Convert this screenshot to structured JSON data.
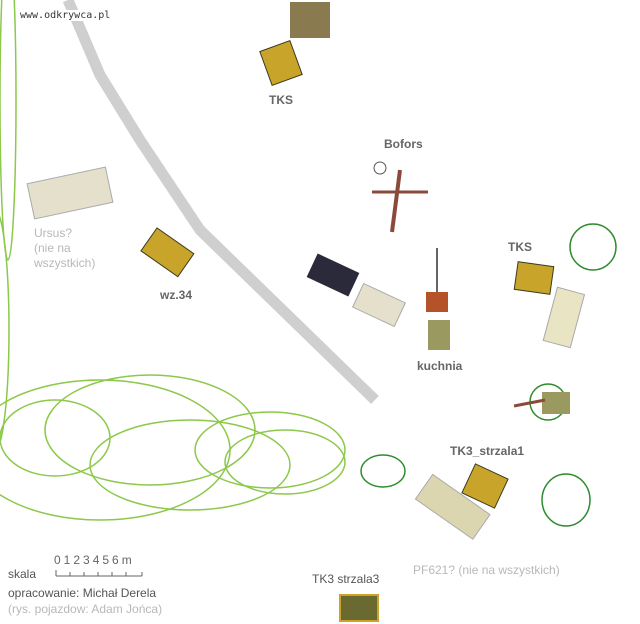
{
  "watermark": "www.odkrywca.pl",
  "labels": {
    "tks_top": "TKS",
    "bofors": "Bofors",
    "ursus": "Ursus?",
    "ursus_note1": "(nie na",
    "ursus_note2": "wszystkich)",
    "wz34": "wz.34",
    "tks_right": "TKS",
    "kuchnia": "kuchnia",
    "tk3_1": "TK3_strzala1",
    "pf621": "PF621? (nie na wszystkich)",
    "tk3_3": "TK3  strzala3"
  },
  "legend": {
    "scale_label": "skala",
    "scale_ticks": "0123456m",
    "author": "opracowanie: Michał Derela",
    "drawings": "(rys. pojazdow: Adam Jońca)"
  },
  "colors": {
    "road": "#cfcfcf",
    "circle_light": "#8cc84a",
    "circle_dark": "#2e8b2e",
    "vehicle": "#c9a42a"
  }
}
